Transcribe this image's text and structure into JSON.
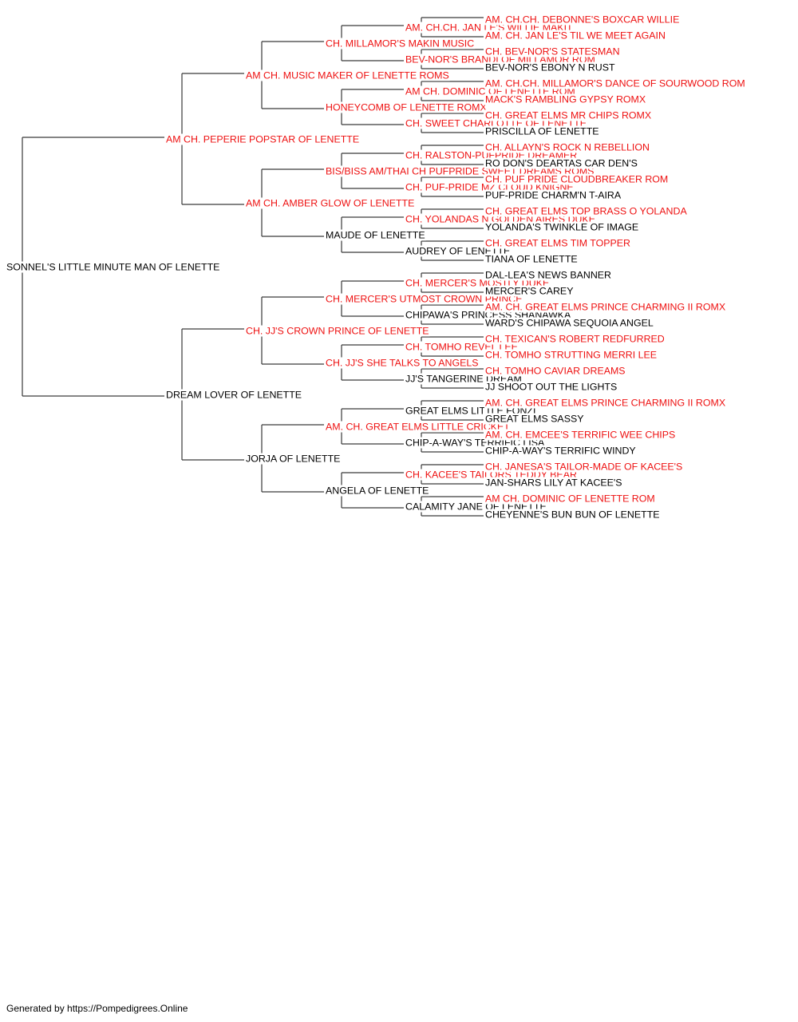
{
  "pedigree": {
    "colors": {
      "champion": "#ee1111",
      "regular": "#000000",
      "line": "#3a3a3a"
    },
    "root": {
      "name": "SONNEL'S LITTLE MINUTE MAN OF LENETTE",
      "champion": false
    },
    "generation1": [
      {
        "name": "AM CH. PEPERIE POPSTAR OF LENETTE",
        "champion": true
      },
      {
        "name": "DREAM LOVER OF LENETTE",
        "champion": false
      }
    ],
    "generation2": [
      {
        "name": "AM CH. MUSIC MAKER OF LENETTE ROMS",
        "champion": true
      },
      {
        "name": "AM CH. AMBER GLOW OF LENETTE",
        "champion": true
      },
      {
        "name": "CH. JJ'S CROWN PRINCE OF LENETTE",
        "champion": true
      },
      {
        "name": "JORJA OF LENETTE",
        "champion": false
      }
    ],
    "generation3": [
      {
        "name": "CH. MILLAMOR'S MAKIN MUSIC",
        "champion": true
      },
      {
        "name": "HONEYCOMB OF LENETTE ROMX",
        "champion": true
      },
      {
        "name": "BIS/BISS AM/THAI CH PUFPRIDE SWEET DREAMS ROMS",
        "champion": true
      },
      {
        "name": "MAUDE OF LENETTE",
        "champion": false
      },
      {
        "name": "CH. MERCER'S UTMOST CROWN PRINCE",
        "champion": true
      },
      {
        "name": "CH. JJ'S SHE TALKS TO ANGELS",
        "champion": true
      },
      {
        "name": "AM. CH. GREAT ELMS LITTLE CRICKET",
        "champion": true
      },
      {
        "name": "ANGELA OF LENETTE",
        "champion": false
      }
    ],
    "generation4": [
      {
        "name": "AM. CH.CH. JAN LE'S WILLIE MAKIT",
        "champion": true
      },
      {
        "name": "BEV-NOR'S BRANDI OF MILLAMOR ROM",
        "champion": true
      },
      {
        "name": "AM CH. DOMINIC OF LENETTE ROM",
        "champion": true
      },
      {
        "name": "CH. SWEET CHARLOTTE OF LENETTE",
        "champion": true
      },
      {
        "name": "CH. RALSTON-PUFPRIDE DREAMER",
        "champion": true
      },
      {
        "name": "CH. PUF-PRIDE MZ CLOUD KNIGNE",
        "champion": true
      },
      {
        "name": "CH. YOLANDAS N GOLDEN AIRES DUKE",
        "champion": true
      },
      {
        "name": "AUDREY OF LENETTE",
        "champion": false
      },
      {
        "name": "CH. MERCER'S MOSTLY DUKE",
        "champion": true
      },
      {
        "name": "CHIPAWA'S PRINCESS SHANAWKA",
        "champion": false
      },
      {
        "name": "CH. TOMHO REVEL LEE",
        "champion": true
      },
      {
        "name": "JJ'S TANGERINE DREAM",
        "champion": false
      },
      {
        "name": "GREAT ELMS LITTLE FONZI",
        "champion": false
      },
      {
        "name": "CHIP-A-WAY'S TERRIFIC LISA",
        "champion": false
      },
      {
        "name": "CH. KACEE'S TAILORS TEDDY BEAR",
        "champion": true
      },
      {
        "name": "CALAMITY JANE OF LENETTE",
        "champion": false
      }
    ],
    "generation5": [
      {
        "name": "AM. CH.CH. DEBONNE'S BOXCAR WILLIE",
        "champion": true
      },
      {
        "name": "AM. CH. JAN LE'S TIL WE MEET AGAIN",
        "champion": true
      },
      {
        "name": "CH. BEV-NOR'S STATESMAN",
        "champion": true
      },
      {
        "name": "BEV-NOR'S EBONY N RUST",
        "champion": false
      },
      {
        "name": "AM. CH.CH. MILLAMOR'S DANCE OF SOURWOOD ROM",
        "champion": true
      },
      {
        "name": "MACK'S RAMBLING GYPSY ROMX",
        "champion": true
      },
      {
        "name": "CH. GREAT ELMS MR CHIPS ROMX",
        "champion": true
      },
      {
        "name": "PRISCILLA OF LENETTE",
        "champion": false
      },
      {
        "name": "CH. ALLAYN'S ROCK N REBELLION",
        "champion": true
      },
      {
        "name": "RO DON'S DEARTAS CAR DEN'S",
        "champion": false
      },
      {
        "name": "CH. PUF PRIDE CLOUDBREAKER ROM",
        "champion": true
      },
      {
        "name": "PUF-PRIDE CHARM'N T-AIRA",
        "champion": false
      },
      {
        "name": "CH. GREAT ELMS TOP BRASS O YOLANDA",
        "champion": true
      },
      {
        "name": "YOLANDA'S TWINKLE OF IMAGE",
        "champion": false
      },
      {
        "name": "CH. GREAT ELMS TIM TOPPER",
        "champion": true
      },
      {
        "name": "TIANA OF LENETTE",
        "champion": false
      },
      {
        "name": "DAL-LEA'S NEWS BANNER",
        "champion": false
      },
      {
        "name": "MERCER'S CAREY",
        "champion": false
      },
      {
        "name": "AM. CH. GREAT ELMS PRINCE CHARMING II ROMX",
        "champion": true
      },
      {
        "name": "WARD'S CHIPAWA SEQUOIA ANGEL",
        "champion": false
      },
      {
        "name": "CH. TEXICAN'S ROBERT REDFURRED",
        "champion": true
      },
      {
        "name": "CH. TOMHO STRUTTING MERRI LEE",
        "champion": true
      },
      {
        "name": "CH. TOMHO CAVIAR DREAMS",
        "champion": true
      },
      {
        "name": "JJ SHOOT OUT THE LIGHTS",
        "champion": false
      },
      {
        "name": "AM. CH. GREAT ELMS PRINCE CHARMING II ROMX",
        "champion": true
      },
      {
        "name": "GREAT ELMS SASSY",
        "champion": false
      },
      {
        "name": "AM. CH. EMCEE'S TERRIFIC WEE CHIPS",
        "champion": true
      },
      {
        "name": "CHIP-A-WAY'S TERRIFIC WINDY",
        "champion": false
      },
      {
        "name": "CH. JANESA'S TAILOR-MADE OF KACEE'S",
        "champion": true
      },
      {
        "name": "JAN-SHARS LILY AT KACEE'S",
        "champion": false
      },
      {
        "name": "AM CH. DOMINIC OF LENETTE ROM",
        "champion": true
      },
      {
        "name": "CHEYENNE'S BUN BUN OF LENETTE",
        "champion": false
      }
    ]
  },
  "footer": {
    "text": "Generated by https://Pompedigrees.Online"
  }
}
